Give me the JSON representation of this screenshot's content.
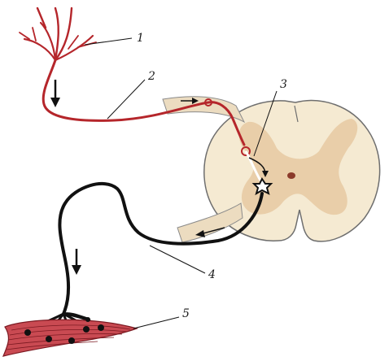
{
  "labels": {
    "l1": "1",
    "l2": "2",
    "l3": "3",
    "l4": "4",
    "l5": "5"
  },
  "colors": {
    "sensory_neuron": "#b5262b",
    "motor_neuron": "#111111",
    "spinal_white_matter": "#f5ead2",
    "spinal_grey_matter": "#e6c9a2",
    "outline": "#6e6e6e",
    "muscle": "#c94a52",
    "muscle_stripe": "#7c1a22"
  }
}
